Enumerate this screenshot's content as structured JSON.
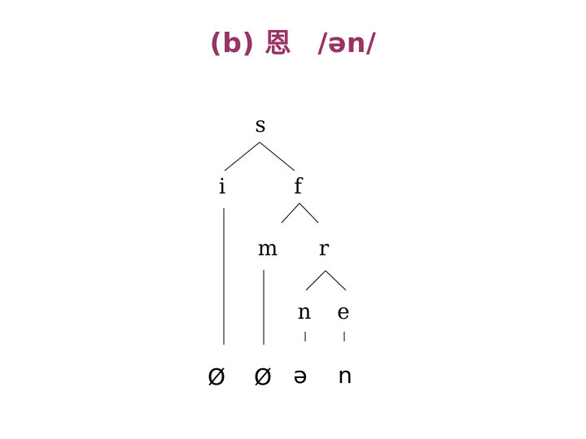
{
  "title": {
    "label": "(b)",
    "char": "恩",
    "ipa": "/ən/"
  },
  "tree": {
    "root": "s",
    "onset": "i",
    "final": "f",
    "medial": "m",
    "rhyme": "r",
    "nucleus": "n",
    "ending": "e"
  },
  "segments": {
    "onset": "Ø",
    "medial": "Ø",
    "nucleus": "ə",
    "ending": "n"
  },
  "colors": {
    "title": "#993366"
  }
}
